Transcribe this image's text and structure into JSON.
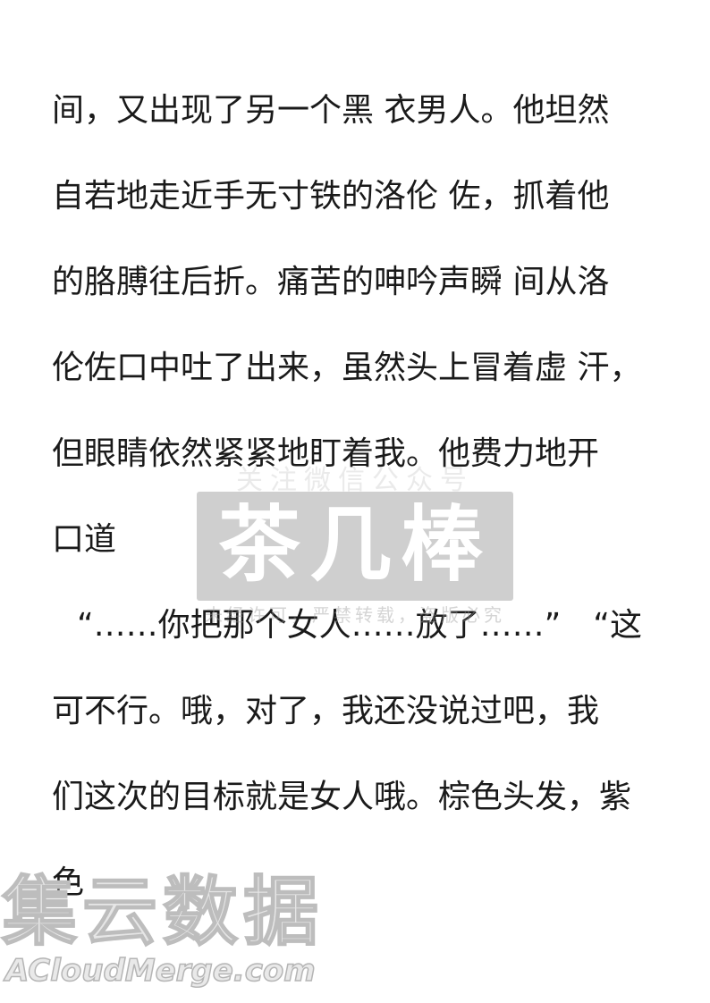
{
  "body_lines": [
    "间，又出现了另一个黑 衣男人。他坦然",
    "自若地走近手无寸铁的洛伦 佐，抓着他",
    "的胳膊往后折。痛苦的呻吟声瞬 间从洛",
    "伦佐口中吐了出来，虽然头上冒着虚 汗，",
    "但眼睛依然紧紧地盯着我。他费力地开",
    "口道",
    "“……你把那个女人……放了……”　“这",
    "可不行。哦，对了，我还没说过吧，我",
    "们这次的目标就是女人哦。棕色头发，紫",
    "色"
  ],
  "watermark_center": {
    "top_text": "关注微信公众号",
    "brand": "茶几棒",
    "bottom_text": "未经许可，严禁转载，盗版必究"
  },
  "watermark_corner": {
    "brand_cn": "集云数据",
    "brand_en": "ACloudMerge.com"
  }
}
